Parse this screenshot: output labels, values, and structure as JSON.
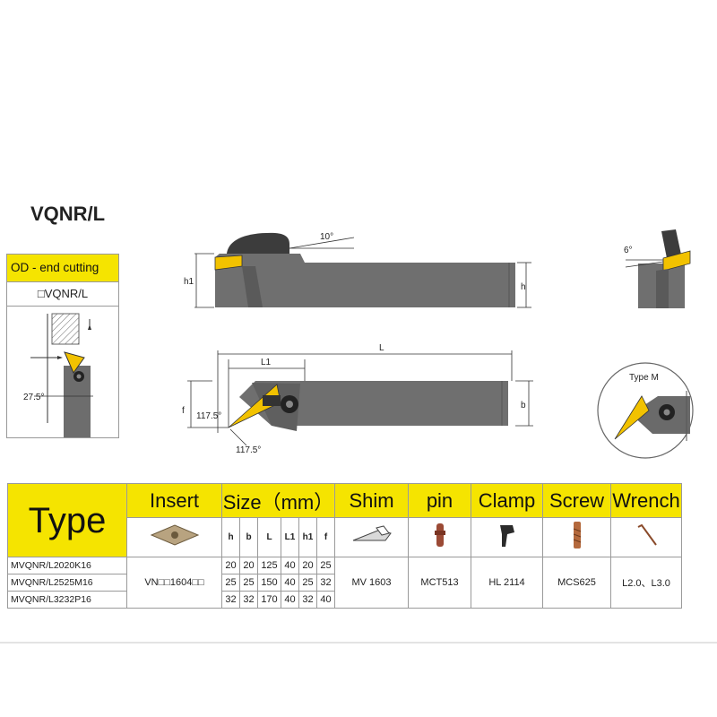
{
  "title": "VQNR/L",
  "panel": {
    "header": "OD - end cutting",
    "code": "□VQNR/L",
    "angle": "27.5°"
  },
  "drawing": {
    "side_angle": "10°",
    "h1": "h1",
    "h": "h",
    "end_angle": "6°",
    "L": "L",
    "L1": "L1",
    "f": "f",
    "b": "b",
    "angle_a": "117.5°",
    "angle_b": "117.5°",
    "type_m": "Type M"
  },
  "table": {
    "headers": {
      "type": "Type",
      "insert": "Insert",
      "size": "Size（mm）",
      "shim": "Shim",
      "pin": "pin",
      "clamp": "Clamp",
      "screw": "Screw",
      "wrench": "Wrench"
    },
    "size_cols": [
      "h",
      "b",
      "L",
      "L1",
      "h1",
      "f"
    ],
    "rows": [
      {
        "model": "MVQNR/L2020K16",
        "sizes": [
          "20",
          "20",
          "125",
          "40",
          "20",
          "25"
        ]
      },
      {
        "model": "MVQNR/L2525M16",
        "sizes": [
          "25",
          "25",
          "150",
          "40",
          "25",
          "32"
        ]
      },
      {
        "model": "MVQNR/L3232P16",
        "sizes": [
          "32",
          "32",
          "170",
          "40",
          "32",
          "40"
        ]
      }
    ],
    "insert": "VN□□1604□□",
    "shim": "MV 1603",
    "pin": "MCT513",
    "clamp": "HL 2114",
    "screw": "MCS625",
    "wrench": "L2.0、L3.0"
  },
  "colors": {
    "header_yellow": "#f5e400",
    "body_grey": "#707070",
    "insert_gold": "#f2c200"
  }
}
